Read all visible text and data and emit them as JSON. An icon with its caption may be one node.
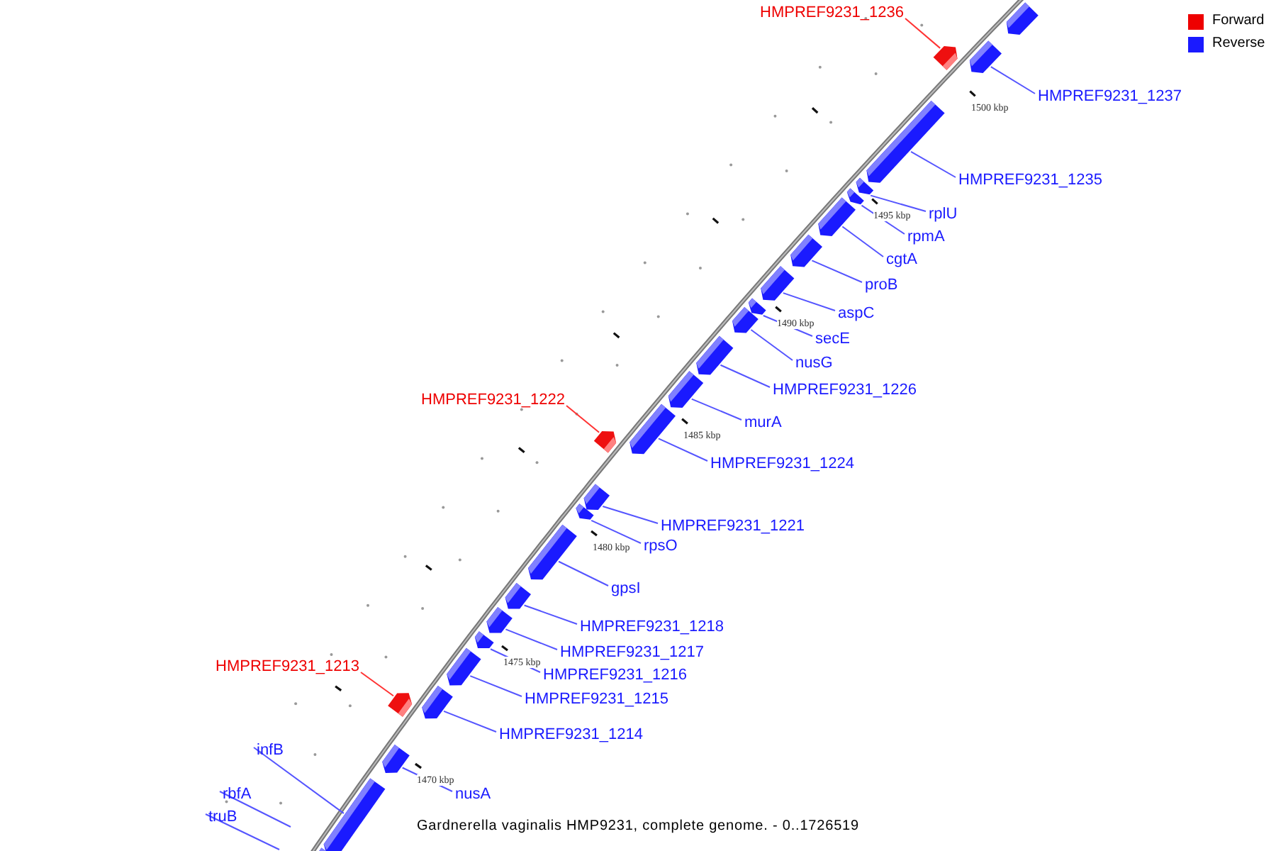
{
  "diagram": {
    "caption": "Gardnerella vaginalis HMP9231, complete genome. - 0..1726519",
    "nodes": [
      {
        "text": [],
        "shape": "bar"
      },
      {
        "text": [],
        "shape": "bar"
      },
      {
        "text": [],
        "shape": "bar"
      },
      {
        "text": [],
        "shape": "bar"
      },
      {
        "text": [],
        "shape": "bar"
      },
      {
        "text": [],
        "shape": "bar"
      },
      {
        "text": [],
        "shape": "bar"
      },
      {
        "text": [],
        "shape": "bar"
      },
      {
        "text": [],
        "shape": "bar"
      },
      {
        "text": [],
        "shape": "bar"
      },
      {
        "text": [],
        "shape": "bar"
      },
      {
        "text": [],
        "shape": "bar"
      },
      {
        "text": [],
        "shape": "bar"
      },
      {
        "text": [],
        "shape": "bar"
      },
      {
        "text": [],
        "shape": "bar"
      },
      {
        "text": [],
        "shape": "bar"
      },
      {
        "text": [],
        "shape": "bar"
      },
      {
        "text": [],
        "shape": "bar"
      },
      {
        "text": [],
        "shape": "bar"
      },
      {
        "text": [],
        "shape": "bar"
      },
      {
        "text": [],
        "shape": "bar"
      },
      {
        "text": [],
        "shape": "bar"
      },
      {
        "text": [],
        "shape": "bar"
      },
      {
        "text": [],
        "shape": "bar"
      },
      {
        "text": [],
        "shape": "bar"
      },
      {
        "text": [],
        "shape": "bar"
      },
      {
        "text": [],
        "shape": "bar"
      },
      {
        "text": [
          "HMPREF9231_1236"
        ]
      },
      {
        "text": [
          "HMPREF9231_1237"
        ]
      },
      {
        "text": [
          "HMPREF9231_1235"
        ]
      },
      {
        "text": [
          "rplU"
        ]
      },
      {
        "text": [
          "rpmA"
        ]
      },
      {
        "text": [
          "cgtA"
        ]
      },
      {
        "text": [
          "proB"
        ]
      },
      {
        "text": [
          "aspC"
        ]
      },
      {
        "text": [
          "secE"
        ]
      },
      {
        "text": [
          "nusG"
        ]
      },
      {
        "text": [
          "HMPREF9231_1226"
        ]
      },
      {
        "text": [
          "murA"
        ]
      },
      {
        "text": [
          "HMPREF9231_1222"
        ]
      },
      {
        "text": [
          "HMPREF9231_1224"
        ]
      },
      {
        "text": [
          "HMPREF9231_1221"
        ]
      },
      {
        "text": [
          "rpsO"
        ]
      },
      {
        "text": [
          "gpsI"
        ]
      },
      {
        "text": [
          "HMPREF9231_1218"
        ]
      },
      {
        "text": [
          "HMPREF9231_1217"
        ]
      },
      {
        "text": [
          "HMPREF9231_1216"
        ]
      },
      {
        "text": [
          "HMPREF9231_1215"
        ]
      },
      {
        "text": [
          "HMPREF9231_1213"
        ]
      },
      {
        "text": [
          "HMPREF9231_1214"
        ]
      },
      {
        "text": [
          "nusA"
        ]
      },
      {
        "text": [
          "infB"
        ]
      },
      {
        "text": [
          "rbfA"
        ]
      },
      {
        "text": [
          "truB"
        ]
      }
    ],
    "edges": [
      {
        "from": 27,
        "to": 1,
        "arrow": "none",
        "color": "#ff3333"
      },
      {
        "from": 28,
        "to": 2,
        "arrow": "none"
      },
      {
        "from": 29,
        "to": 3,
        "arrow": "none"
      },
      {
        "from": 30,
        "to": 4,
        "arrow": "none"
      },
      {
        "from": 31,
        "to": 5,
        "arrow": "none"
      },
      {
        "from": 32,
        "to": 6,
        "arrow": "none"
      },
      {
        "from": 33,
        "to": 7,
        "arrow": "none"
      },
      {
        "from": 34,
        "to": 8,
        "arrow": "none"
      },
      {
        "from": 35,
        "to": 9,
        "arrow": "none"
      },
      {
        "from": 36,
        "to": 10,
        "arrow": "none"
      },
      {
        "from": 37,
        "to": 11,
        "arrow": "none"
      },
      {
        "from": 38,
        "to": 12,
        "arrow": "none"
      },
      {
        "from": 39,
        "to": 13,
        "arrow": "none",
        "color": "#ff3333"
      },
      {
        "from": 40,
        "to": 14,
        "arrow": "none"
      },
      {
        "from": 41,
        "to": 15,
        "arrow": "none"
      },
      {
        "from": 42,
        "to": 16,
        "arrow": "none"
      },
      {
        "from": 43,
        "to": 17,
        "arrow": "none"
      },
      {
        "from": 44,
        "to": 18,
        "arrow": "none"
      },
      {
        "from": 45,
        "to": 19,
        "arrow": "none"
      },
      {
        "from": 46,
        "to": 20,
        "arrow": "none"
      },
      {
        "from": 47,
        "to": 21,
        "arrow": "none"
      },
      {
        "from": 48,
        "to": 23,
        "arrow": "none",
        "color": "#ff3333"
      },
      {
        "from": 49,
        "to": 22,
        "arrow": "none"
      },
      {
        "from": 50,
        "to": 24,
        "arrow": "none"
      },
      {
        "from": 51,
        "to": 25,
        "arrow": "none"
      },
      {
        "from": 52,
        "to": null,
        "arrow": "none"
      },
      {
        "from": 53,
        "to": null,
        "arrow": "none"
      }
    ],
    "labels": [
      "1500 kbp",
      "1495 kbp",
      "1490 kbp",
      "1485 kbp",
      "1480 kbp",
      "1475 kbp",
      "1470 kbp"
    ],
    "legend": [
      {
        "text": "Forward",
        "color": "#ee0000"
      },
      {
        "text": "Reverse",
        "color": "#1a1aff"
      }
    ]
  }
}
